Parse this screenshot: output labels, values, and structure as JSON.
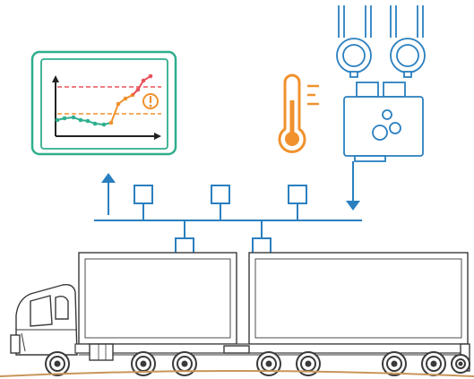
{
  "colors": {
    "blue": "#2a7fbf",
    "blue_light": "#5da9dd",
    "green": "#2fae8d",
    "orange": "#f0912d",
    "red": "#e8525a",
    "dark": "#222222",
    "truck_line": "#3a3a3a",
    "ground": "#c9955a"
  },
  "icons": {
    "monitor": "monitor-chart-icon",
    "thermometer": "thermometer-icon",
    "pump": "pump-icon",
    "truck": "truck-icon",
    "arrow_up": "arrow-up-icon",
    "arrow_down": "arrow-down-icon",
    "alert": "alert-icon"
  },
  "monitor_chart": {
    "thresholds": {
      "upper": "red",
      "lower": "orange"
    },
    "low_series": [
      3,
      3,
      3,
      2,
      3,
      2,
      2
    ],
    "high_series": [
      5,
      6,
      6,
      8,
      9
    ]
  }
}
